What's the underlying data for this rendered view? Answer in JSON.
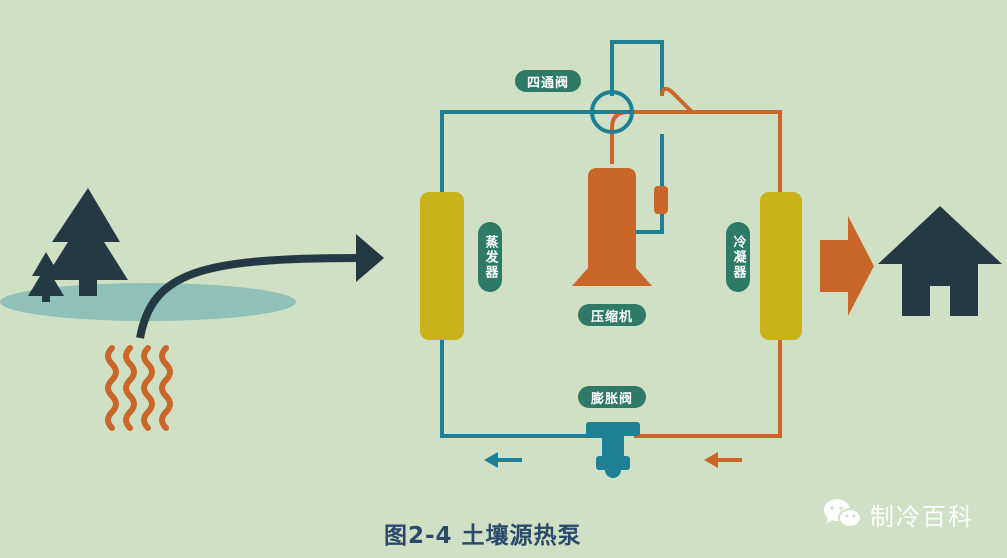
{
  "labels": {
    "reversing_valve": "四通阀",
    "evaporator": "蒸发器",
    "compressor": "压缩机",
    "condenser": "冷凝器",
    "expansion_valve": "膨胀阀"
  },
  "caption": "图2-4 土壤源热泵",
  "watermark": "制冷百科",
  "colors": {
    "background": "#cfe0c4",
    "teal_pipe": "#1f7f94",
    "orange_pipe": "#c9662a",
    "coil": "#c9b21a",
    "dark": "#233a45",
    "label_bg": "#2e7a66",
    "caption": "#2b4a6b"
  },
  "icons": [
    "tree-icon",
    "house-icon",
    "heat-wave-icon",
    "wechat-icon"
  ]
}
